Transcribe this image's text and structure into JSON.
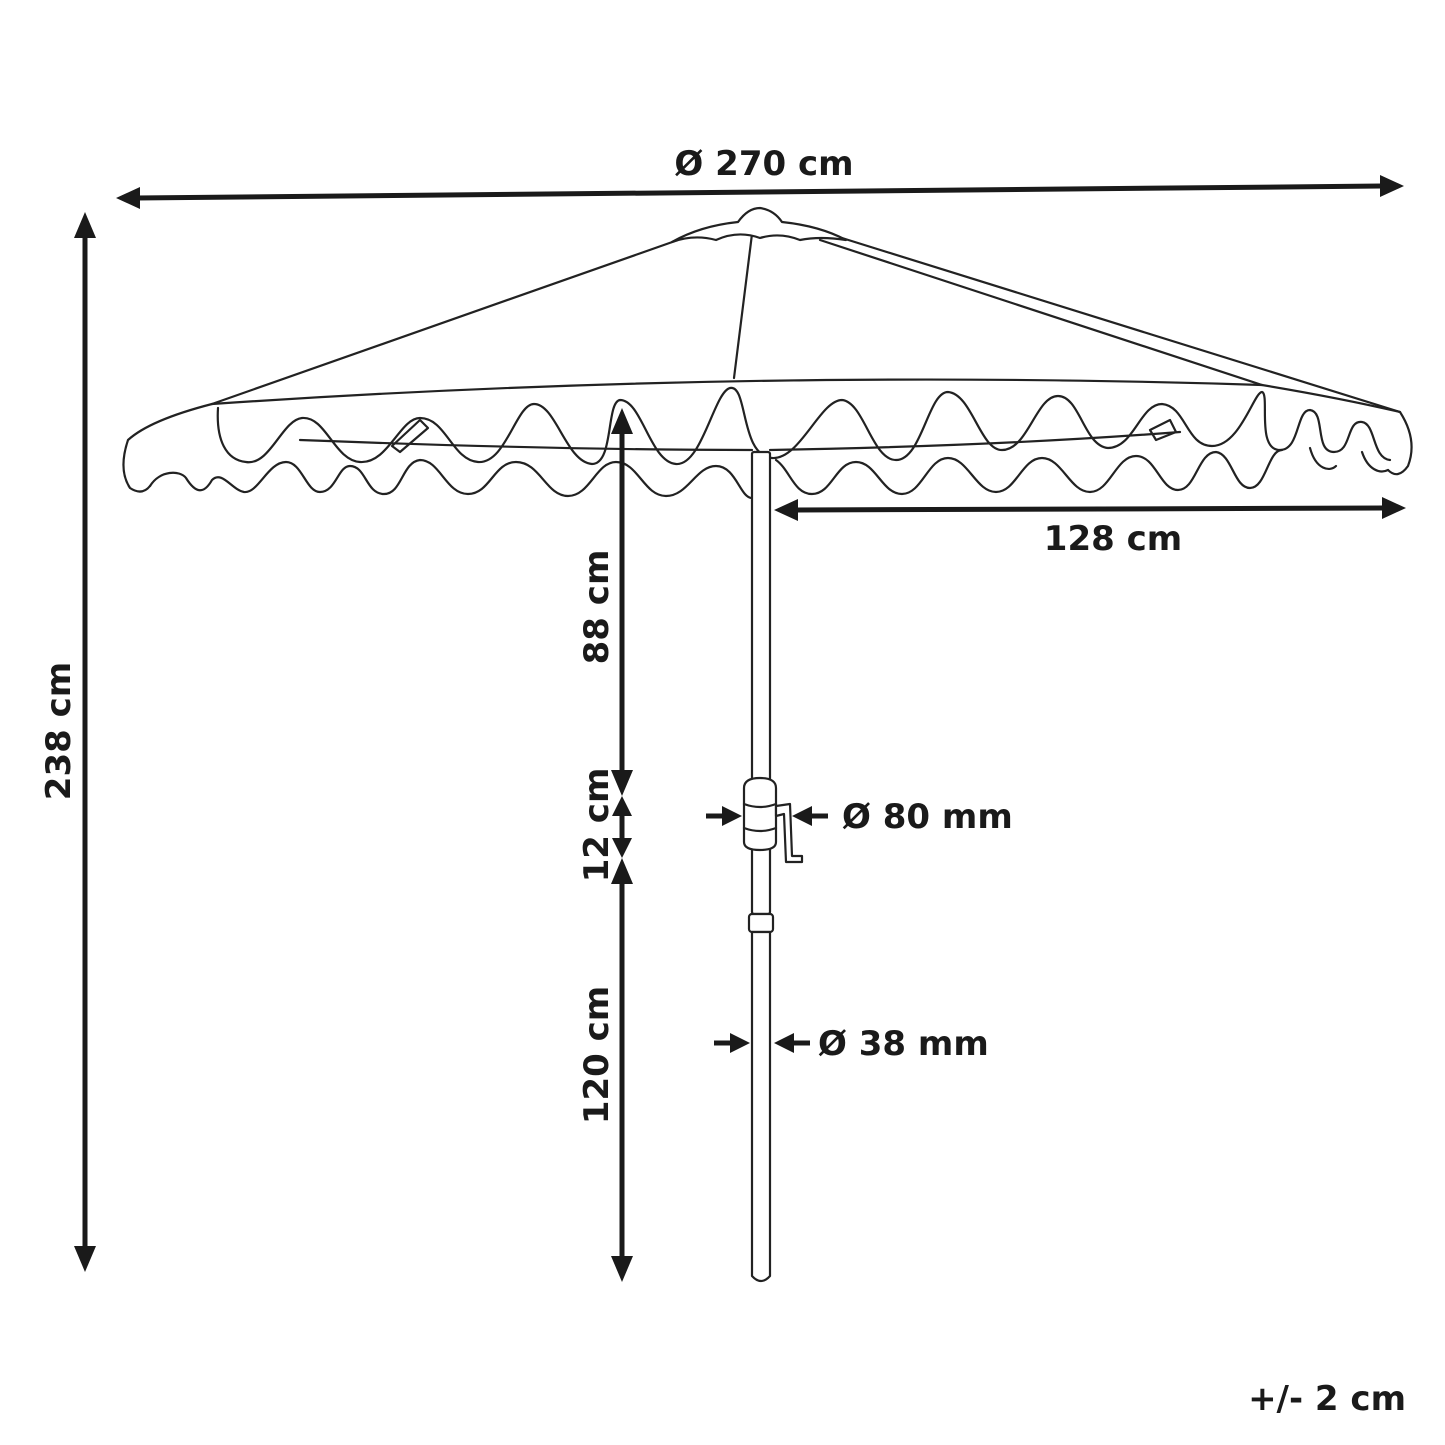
{
  "dimensions": {
    "canopy_diameter": "Ø 270 cm",
    "total_height": "238 cm",
    "rib_length": "128 cm",
    "canopy_to_crank": "88 cm",
    "crank_section": "12 cm",
    "lower_pole": "120 cm",
    "crank_diameter": "Ø 80 mm",
    "pole_diameter": "Ø 38 mm"
  },
  "tolerance": "+/- 2 cm",
  "colors": {
    "line": "#222222",
    "text": "#1a1a1a",
    "background": "#ffffff"
  }
}
